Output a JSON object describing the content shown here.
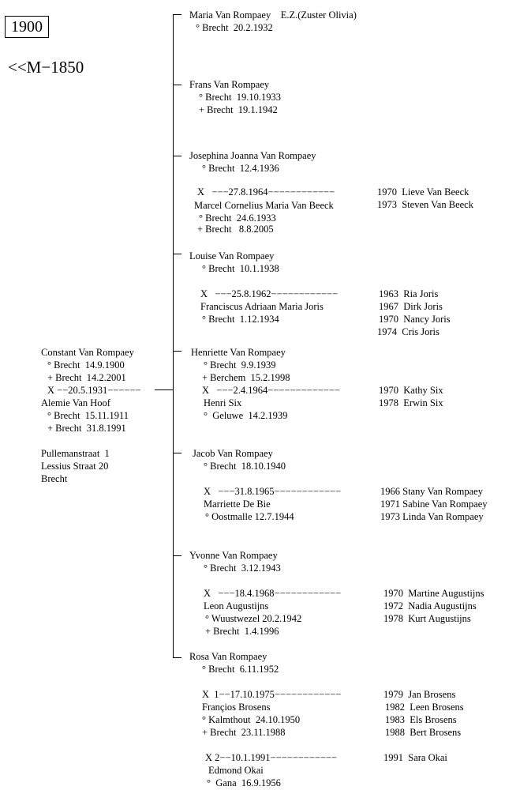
{
  "header": {
    "year": "1900",
    "ref": "<<M−1850"
  },
  "parent": {
    "name": "Constant Van Rompaey",
    "born": "° Brecht  14.9.1900",
    "died": "+ Brecht  14.2.2001",
    "marriage": "X −−20.5.1931−−−−−−",
    "spouse": "Alemie Van Hoof",
    "spouse_born": "° Brecht  15.11.1911",
    "spouse_died": "+ Brecht  31.8.1991",
    "address1": "Pullemanstraat  1",
    "address2": "Lessius Straat 20",
    "address3": "Brecht"
  },
  "c1": {
    "name": "Maria Van Rompaey    E.Z.(Zuster Olivia)",
    "born": "° Brecht  20.2.1932"
  },
  "c2": {
    "name": "Frans Van Rompaey",
    "born": "° Brecht  19.10.1933",
    "died": "+ Brecht  19.1.1942"
  },
  "c3": {
    "name": "Josephina Joanna Van Rompaey",
    "born": "° Brecht  12.4.1936",
    "marriage": "X   −−−27.8.1964−−−−−−−−−−−−",
    "spouse": "Marcel Cornelius Maria Van Beeck",
    "spouse_born": "° Brecht  24.6.1933",
    "spouse_died": "+ Brecht   8.8.2005",
    "kids": [
      "1970  Lieve Van Beeck",
      "1973  Steven Van Beeck"
    ]
  },
  "c4": {
    "name": "Louise Van Rompaey",
    "born": "° Brecht  10.1.1938",
    "marriage": "X   −−−25.8.1962−−−−−−−−−−−−",
    "spouse": "Franciscus Adriaan Maria Joris",
    "spouse_born": "° Brecht  1.12.1934",
    "kids": [
      "1963  Ria Joris",
      "1967  Dirk Joris",
      "1970  Nancy Joris",
      "1974  Cris Joris"
    ]
  },
  "c5": {
    "name": "Henriette Van Rompaey",
    "born": "° Brecht  9.9.1939",
    "died": "+ Berchem  15.2.1998",
    "marriage": "X   −−−2.4.1964−−−−−−−−−−−−−",
    "spouse": "Henri Six",
    "spouse_born": "°  Geluwe  14.2.1939",
    "kids": [
      "1970  Kathy Six",
      "1978  Erwin Six"
    ]
  },
  "c6": {
    "name": "Jacob Van Rompaey",
    "born": "° Brecht  18.10.1940",
    "marriage": "X   −−−31.8.1965−−−−−−−−−−−−",
    "spouse": "Marriette De Bie",
    "spouse_born": "° Oostmalle 12.7.1944",
    "kids": [
      "1966 Stany Van Rompaey",
      "1971 Sabine Van Rompaey",
      "1973 Linda Van Rompaey"
    ]
  },
  "c7": {
    "name": "Yvonne Van Rompaey",
    "born": "° Brecht  3.12.1943",
    "marriage": "X   −−−18.4.1968−−−−−−−−−−−−",
    "spouse": "Leon Augustijns",
    "spouse_born": "° Wuustwezel 20.2.1942",
    "spouse_died": "+ Brecht  1.4.1996",
    "kids": [
      "1970  Martine Augustijns",
      "1972  Nadia Augustijns",
      "1978  Kurt Augustijns"
    ]
  },
  "c8": {
    "name": "Rosa Van Rompaey",
    "born": "° Brecht  6.11.1952",
    "marriage1": "X  1−−17.10.1975−−−−−−−−−−−−",
    "spouse1": "Françios Brosens",
    "spouse1_born": "° Kalmthout  24.10.1950",
    "spouse1_died": "+ Brecht  23.11.1988",
    "kids1": [
      "1979  Jan Brosens",
      "1982  Leen Brosens",
      "1983  Els Brosens",
      "1988  Bert Brosens"
    ],
    "marriage2": "X 2−−10.1.1991−−−−−−−−−−−−",
    "spouse2": "Edmond Okai",
    "spouse2_born": "°  Gana  16.9.1956",
    "kids2": [
      "1991  Sara Okai"
    ]
  }
}
